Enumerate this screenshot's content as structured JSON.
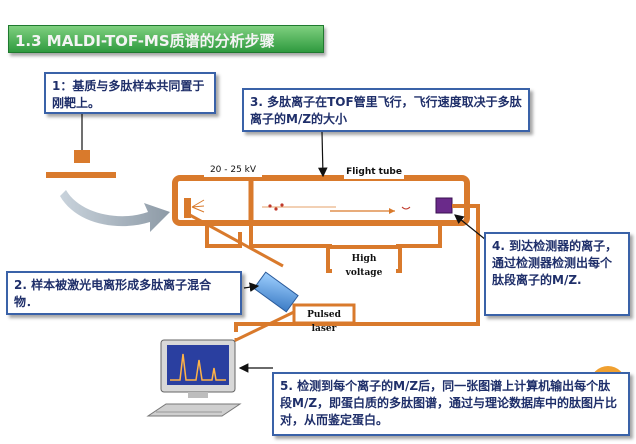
{
  "title": "1.3 MALDI-TOF-MS质谱的分析步骤",
  "steps": {
    "s1": "1：基质与多肽样本共同置于刚靶上。",
    "s2": "2. 样本被激光电离形成多肽离子混合物．",
    "s3": "3.  多肽离子在TOF管里飞行，飞行速度取决于多肽离子的M/Z的大小",
    "s4": "4. 到达检测器的离子，通过检测器检测出每个肽段离子的M/Z.",
    "s5": "5. 检测到每个离子的M/Z后，同一张图谱上计算机输出每个肽段M/Z，即蛋白质的多肽图谱，通过与理论数据库中的肽图片比对，从而鉴定蛋白。"
  },
  "labels": {
    "voltage": "20 - 25 kV",
    "flight_tube": "Flight tube",
    "high_voltage": "High voltage",
    "pulsed_laser": "Pulsed laser"
  },
  "colors": {
    "tube_orange": "#d97a2c",
    "callout_border": "#3a62a8",
    "callout_text": "#1f2f6a",
    "title_green": "#3aa64a",
    "screen_blue": "#2a3fa0",
    "detector_purple": "#6a2a8a"
  }
}
